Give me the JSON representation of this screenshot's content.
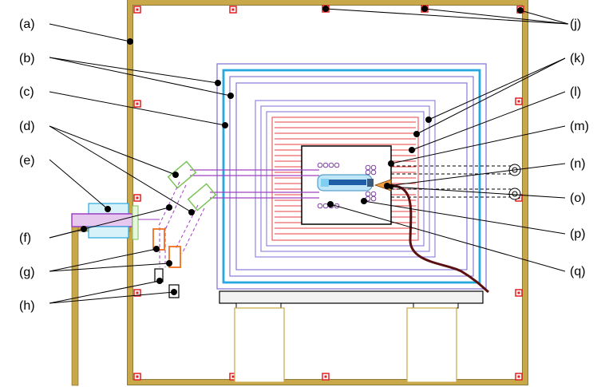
{
  "labels": {
    "a": "(a)",
    "b": "(b)",
    "c": "(c)",
    "d": "(d)",
    "e": "(e)",
    "f": "(f)",
    "g": "(g)",
    "h": "(h)",
    "j": "(j)",
    "k": "(k)",
    "l": "(l)",
    "m": "(m)",
    "n": "(n)",
    "o": "(o)",
    "p": "(p)",
    "q": "(q)"
  },
  "colors": {
    "frame": "#c9a84a",
    "frame_edge": "#7a6320",
    "corner_marker": "#e02020",
    "shield_blue": "#27a8e0",
    "shield_purple": "#8a7ad8",
    "heater_red": "#e84040",
    "cable": "#5a1010",
    "optics_green": "#7cc35a",
    "optics_purple": "#a040c0",
    "optics_orange": "#f07020",
    "leader": "#000000"
  }
}
